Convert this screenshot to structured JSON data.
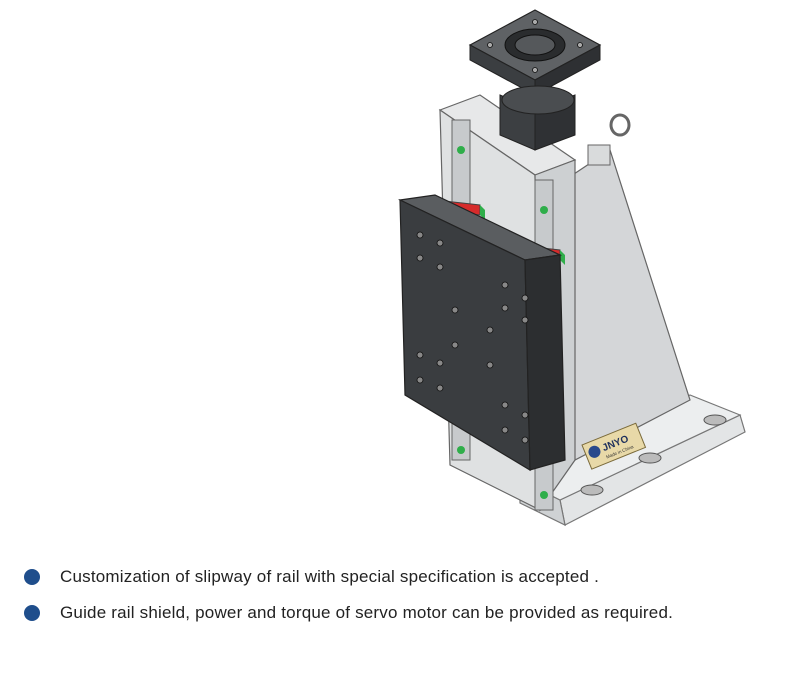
{
  "colors": {
    "bullet": "#1f4e8c",
    "rail_accent_red": "#d62b2b",
    "rail_accent_green": "#2fae4a",
    "plate": "#3a3d40",
    "frame": "#d7d9db"
  },
  "figure": {
    "nameplate_brand": "JNYO",
    "nameplate_subtext": "Made in China"
  },
  "bullets": [
    {
      "text": "Customization of slipway of rail with special specification is accepted ."
    },
    {
      "text": "Guide rail shield, power and torque of servo motor can be provided as required."
    }
  ]
}
